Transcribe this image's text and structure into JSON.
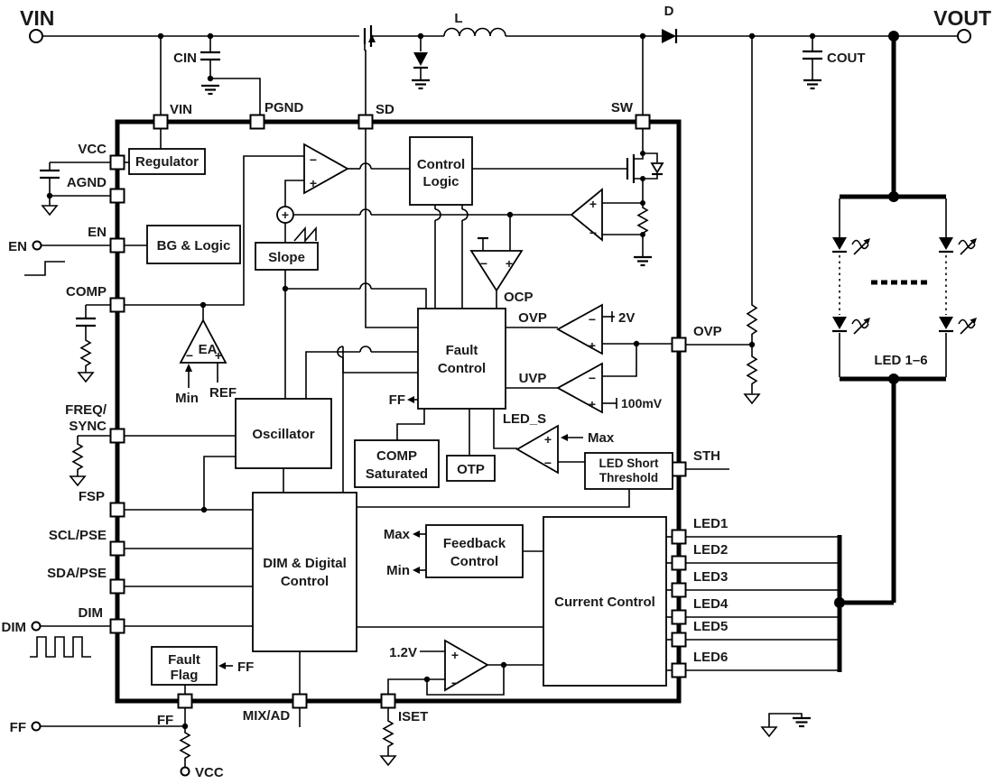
{
  "terminals": {
    "vin": "VIN",
    "vout": "VOUT",
    "en": "EN",
    "dim": "DIM",
    "ff": "FF",
    "vcc": "VCC"
  },
  "components": {
    "inductor": "L",
    "diode": "D",
    "cin": "CIN",
    "cout": "COUT"
  },
  "ic": {
    "pins": {
      "vin": "VIN",
      "pgnd": "PGND",
      "sd": "SD",
      "sw": "SW",
      "vcc": "VCC",
      "agnd": "AGND",
      "en": "EN",
      "comp": "COMP",
      "freq": "FREQ/",
      "sync": "SYNC",
      "fsp": "FSP",
      "scl_pse": "SCL/PSE",
      "sda_pse": "SDA/PSE",
      "dim": "DIM",
      "ff": "FF",
      "mix_ad": "MIX/AD",
      "iset": "ISET",
      "ovp": "OVP",
      "sth": "STH",
      "led1": "LED1",
      "led2": "LED2",
      "led3": "LED3",
      "led4": "LED4",
      "led5": "LED5",
      "led6": "LED6"
    },
    "blocks": {
      "regulator": "Regulator",
      "bg_logic": "BG & Logic",
      "slope": "Slope",
      "oscillator": "Oscillator",
      "control_logic_1": "Control",
      "control_logic_2": "Logic",
      "fault_control_1": "Fault",
      "fault_control_2": "Control",
      "comp_saturated_1": "COMP",
      "comp_saturated_2": "Saturated",
      "otp": "OTP",
      "led_short_1": "LED Short",
      "led_short_2": "Threshold",
      "feedback_1": "Feedback",
      "feedback_2": "Control",
      "current_control": "Current Control",
      "dim_digital_1": "DIM & Digital",
      "dim_digital_2": "Control",
      "fault_flag_1": "Fault",
      "fault_flag_2": "Flag"
    },
    "signals": {
      "ea": "EA",
      "min_ea": "Min",
      "ref": "REF",
      "ocp": "OCP",
      "ovp_out": "OVP",
      "uvp_out": "UVP",
      "v2": "2V",
      "mv100": "100mV",
      "led_s": "LED_S",
      "max_leds": "Max",
      "ff_fault": "FF",
      "ff_flag": "FF",
      "max_fb": "Max",
      "min_fb": "Min",
      "v12": "1.2V"
    },
    "sym": {
      "plus": "+",
      "minus": "−"
    }
  },
  "led_network": {
    "label": "LED 1–6"
  }
}
